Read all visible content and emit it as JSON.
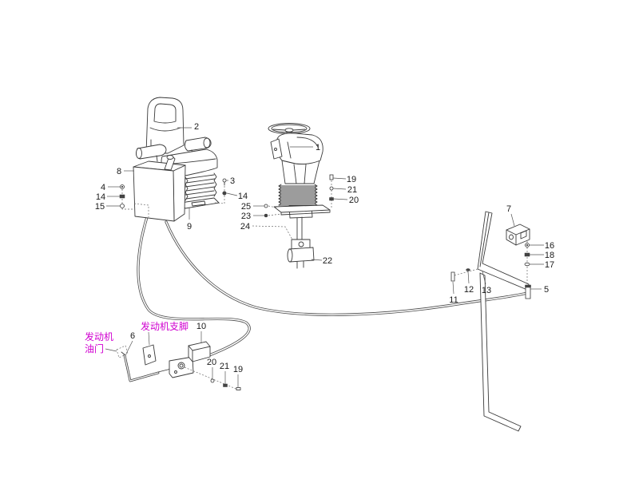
{
  "seat_assembly": {
    "callouts": [
      "2",
      "8",
      "4",
      "14",
      "15",
      "3",
      "14",
      "9"
    ]
  },
  "steering_column": {
    "callouts": [
      "1",
      "19",
      "21",
      "20",
      "25",
      "23",
      "24",
      "22"
    ]
  },
  "pedal_bracket": {
    "callouts": [
      "7",
      "16",
      "18",
      "17",
      "13",
      "12",
      "11",
      "5"
    ]
  },
  "throttle_linkage": {
    "callouts": [
      "10",
      "6",
      "20",
      "21",
      "19"
    ],
    "notes": {
      "engine_throttle": [
        "发动机",
        "油门"
      ],
      "engine_mount": "发动机支脚"
    }
  },
  "colors": {
    "linework": "#3a3a3a",
    "cable": "#4a4a4a",
    "notes": "#d000d0"
  }
}
